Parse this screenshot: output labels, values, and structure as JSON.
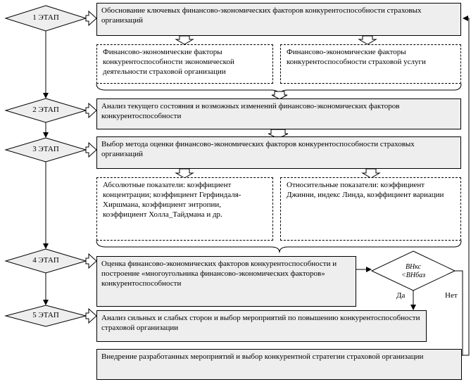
{
  "stages": [
    "1 ЭТАП",
    "2 ЭТАП",
    "3 ЭТАП",
    "4 ЭТАП",
    "5 ЭТАП"
  ],
  "boxes": {
    "b1": "Обоснование ключевых финансово-экономических факторов конкурентоспособности страховых организаций",
    "d1": "Финансово-экономические факторы конкурентоспособности экономической деятельности страховой организации",
    "d2": "Финансово-экономические факторы конкурентоспособности страховой услуги",
    "b2": "Анализ текущего состояния и возможных изменений финансово-экономических факторов конкурентоспособности",
    "b3": "Выбор метода оценки финансово-экономических факторов конкурентоспособности страховых организаций",
    "d3": "Абсолютные показатели: коэффициент концентрации; коэффициент Герфиндаля-Хиршмана, коэффициент энтропии, коэффициент Холла_Тайдмана и др.",
    "d4": "Относительные показатели: коэффициент Джинни, индекс Линда, коэффициент вариации",
    "b4": "Оценка финансово-экономических факторов конкурентоспособности и построение «многоугольника финансово-экономических факторов» конкурентоспособности",
    "b5": "Анализ сильных и слабых сторон и выбор мероприятий по повышению конкурентоспособности страховой организации",
    "b6": "Внедрение разработанных мероприятий и выбор конкурентной стратегии страховой организации"
  },
  "decision": {
    "line1": "ВНкс",
    "line2": "<ВНбаз",
    "yes": "Да",
    "no": "Нет"
  }
}
